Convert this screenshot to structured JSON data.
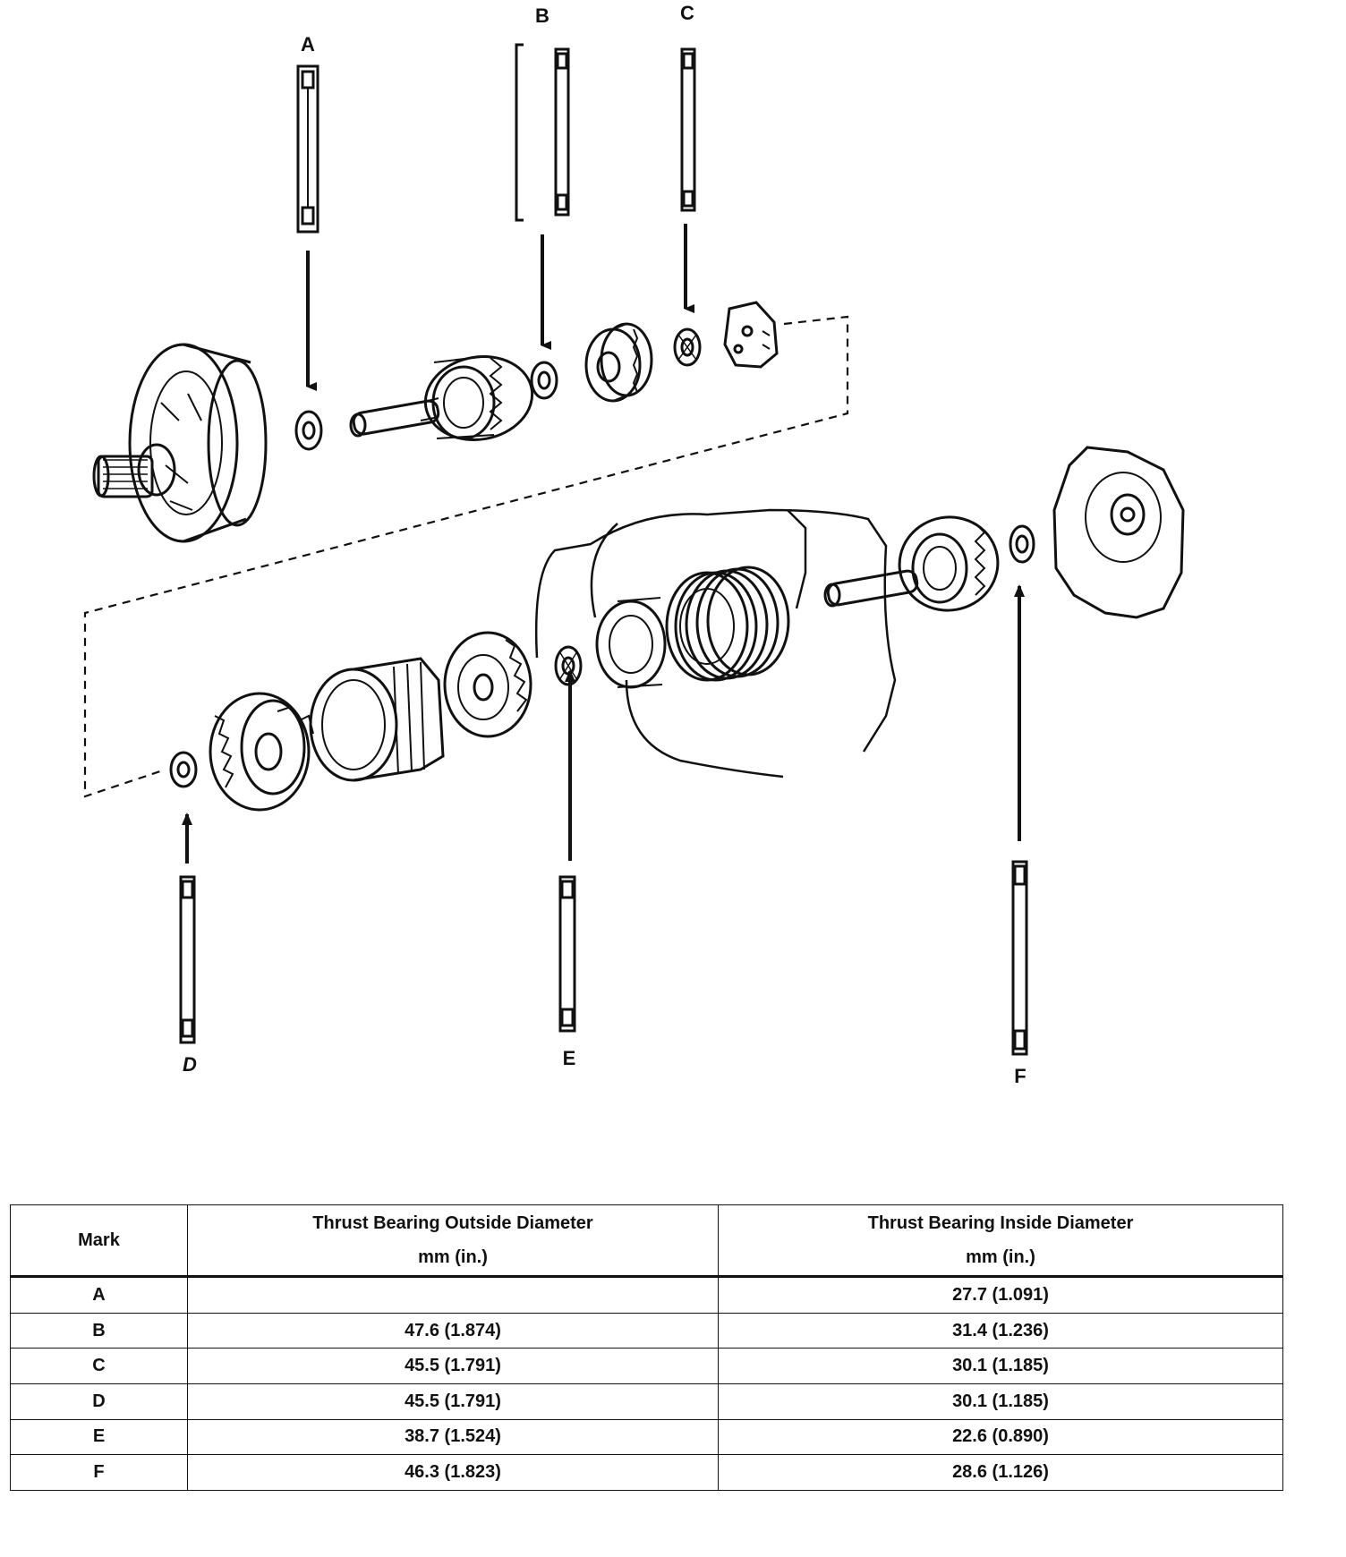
{
  "diagram": {
    "labels": [
      {
        "key": "A",
        "text": "A",
        "italic": false
      },
      {
        "key": "B",
        "text": "B",
        "italic": false
      },
      {
        "key": "C",
        "text": "C",
        "italic": false
      },
      {
        "key": "D",
        "text": "D",
        "italic": true
      },
      {
        "key": "E",
        "text": "E",
        "italic": false
      },
      {
        "key": "F",
        "text": "F",
        "italic": false
      }
    ]
  },
  "table": {
    "headers": {
      "mark": "Mark",
      "outside_title": "Thrust Bearing Outside Diameter",
      "outside_unit": "mm (in.)",
      "inside_title": "Thrust Bearing Inside Diameter",
      "inside_unit": "mm (in.)"
    },
    "rows": [
      {
        "mark": "A",
        "outside": "",
        "inside": "27.7 (1.091)"
      },
      {
        "mark": "B",
        "outside": "47.6 (1.874)",
        "inside": "31.4 (1.236)"
      },
      {
        "mark": "C",
        "outside": "45.5 (1.791)",
        "inside": "30.1 (1.185)"
      },
      {
        "mark": "D",
        "outside": "45.5 (1.791)",
        "inside": "30.1 (1.185)"
      },
      {
        "mark": "E",
        "outside": "38.7 (1.524)",
        "inside": "22.6 (0.890)"
      },
      {
        "mark": "F",
        "outside": "46.3 (1.823)",
        "inside": "28.6 (1.126)"
      }
    ]
  }
}
